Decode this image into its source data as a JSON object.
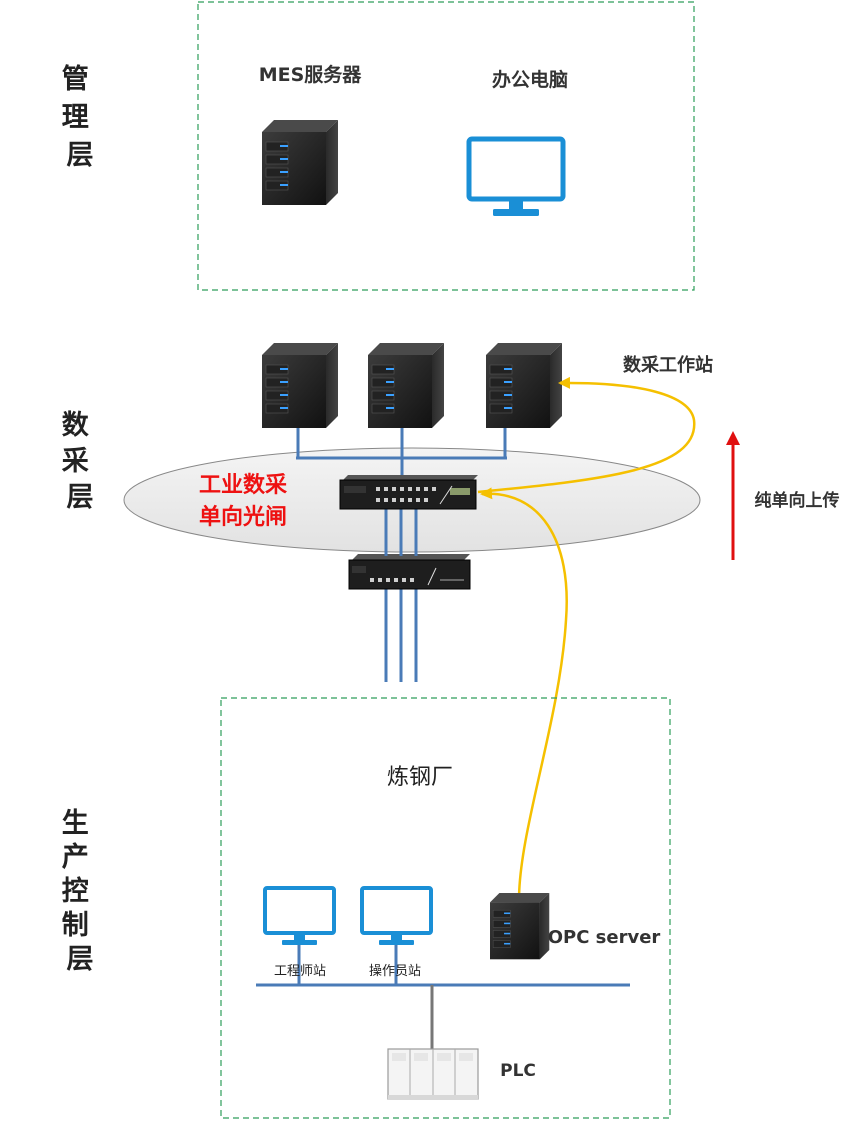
{
  "layers": {
    "management": "管理层",
    "data_acquisition": "数采层",
    "production_control": "生产控制层"
  },
  "management": {
    "mes_server": "MES服务器",
    "office_pc": "办公电脑"
  },
  "data_acquisition": {
    "workstation_label": "数采工作站",
    "gateway_label_line1": "工业数采",
    "gateway_label_line2": "单向光闸",
    "direction_label": "纯单向上传"
  },
  "production": {
    "plant_label": "炼钢厂",
    "opc_server": "OPC server",
    "engineer_station": "工程师站",
    "operator_station": "操作员站",
    "plc": "PLC"
  },
  "colors": {
    "link": "#4a7bb7",
    "flow_arrow": "#f5c000",
    "direction_arrow": "#e01010",
    "dashed_box": "#2e9e5b",
    "monitor": "#1a8fd6"
  }
}
